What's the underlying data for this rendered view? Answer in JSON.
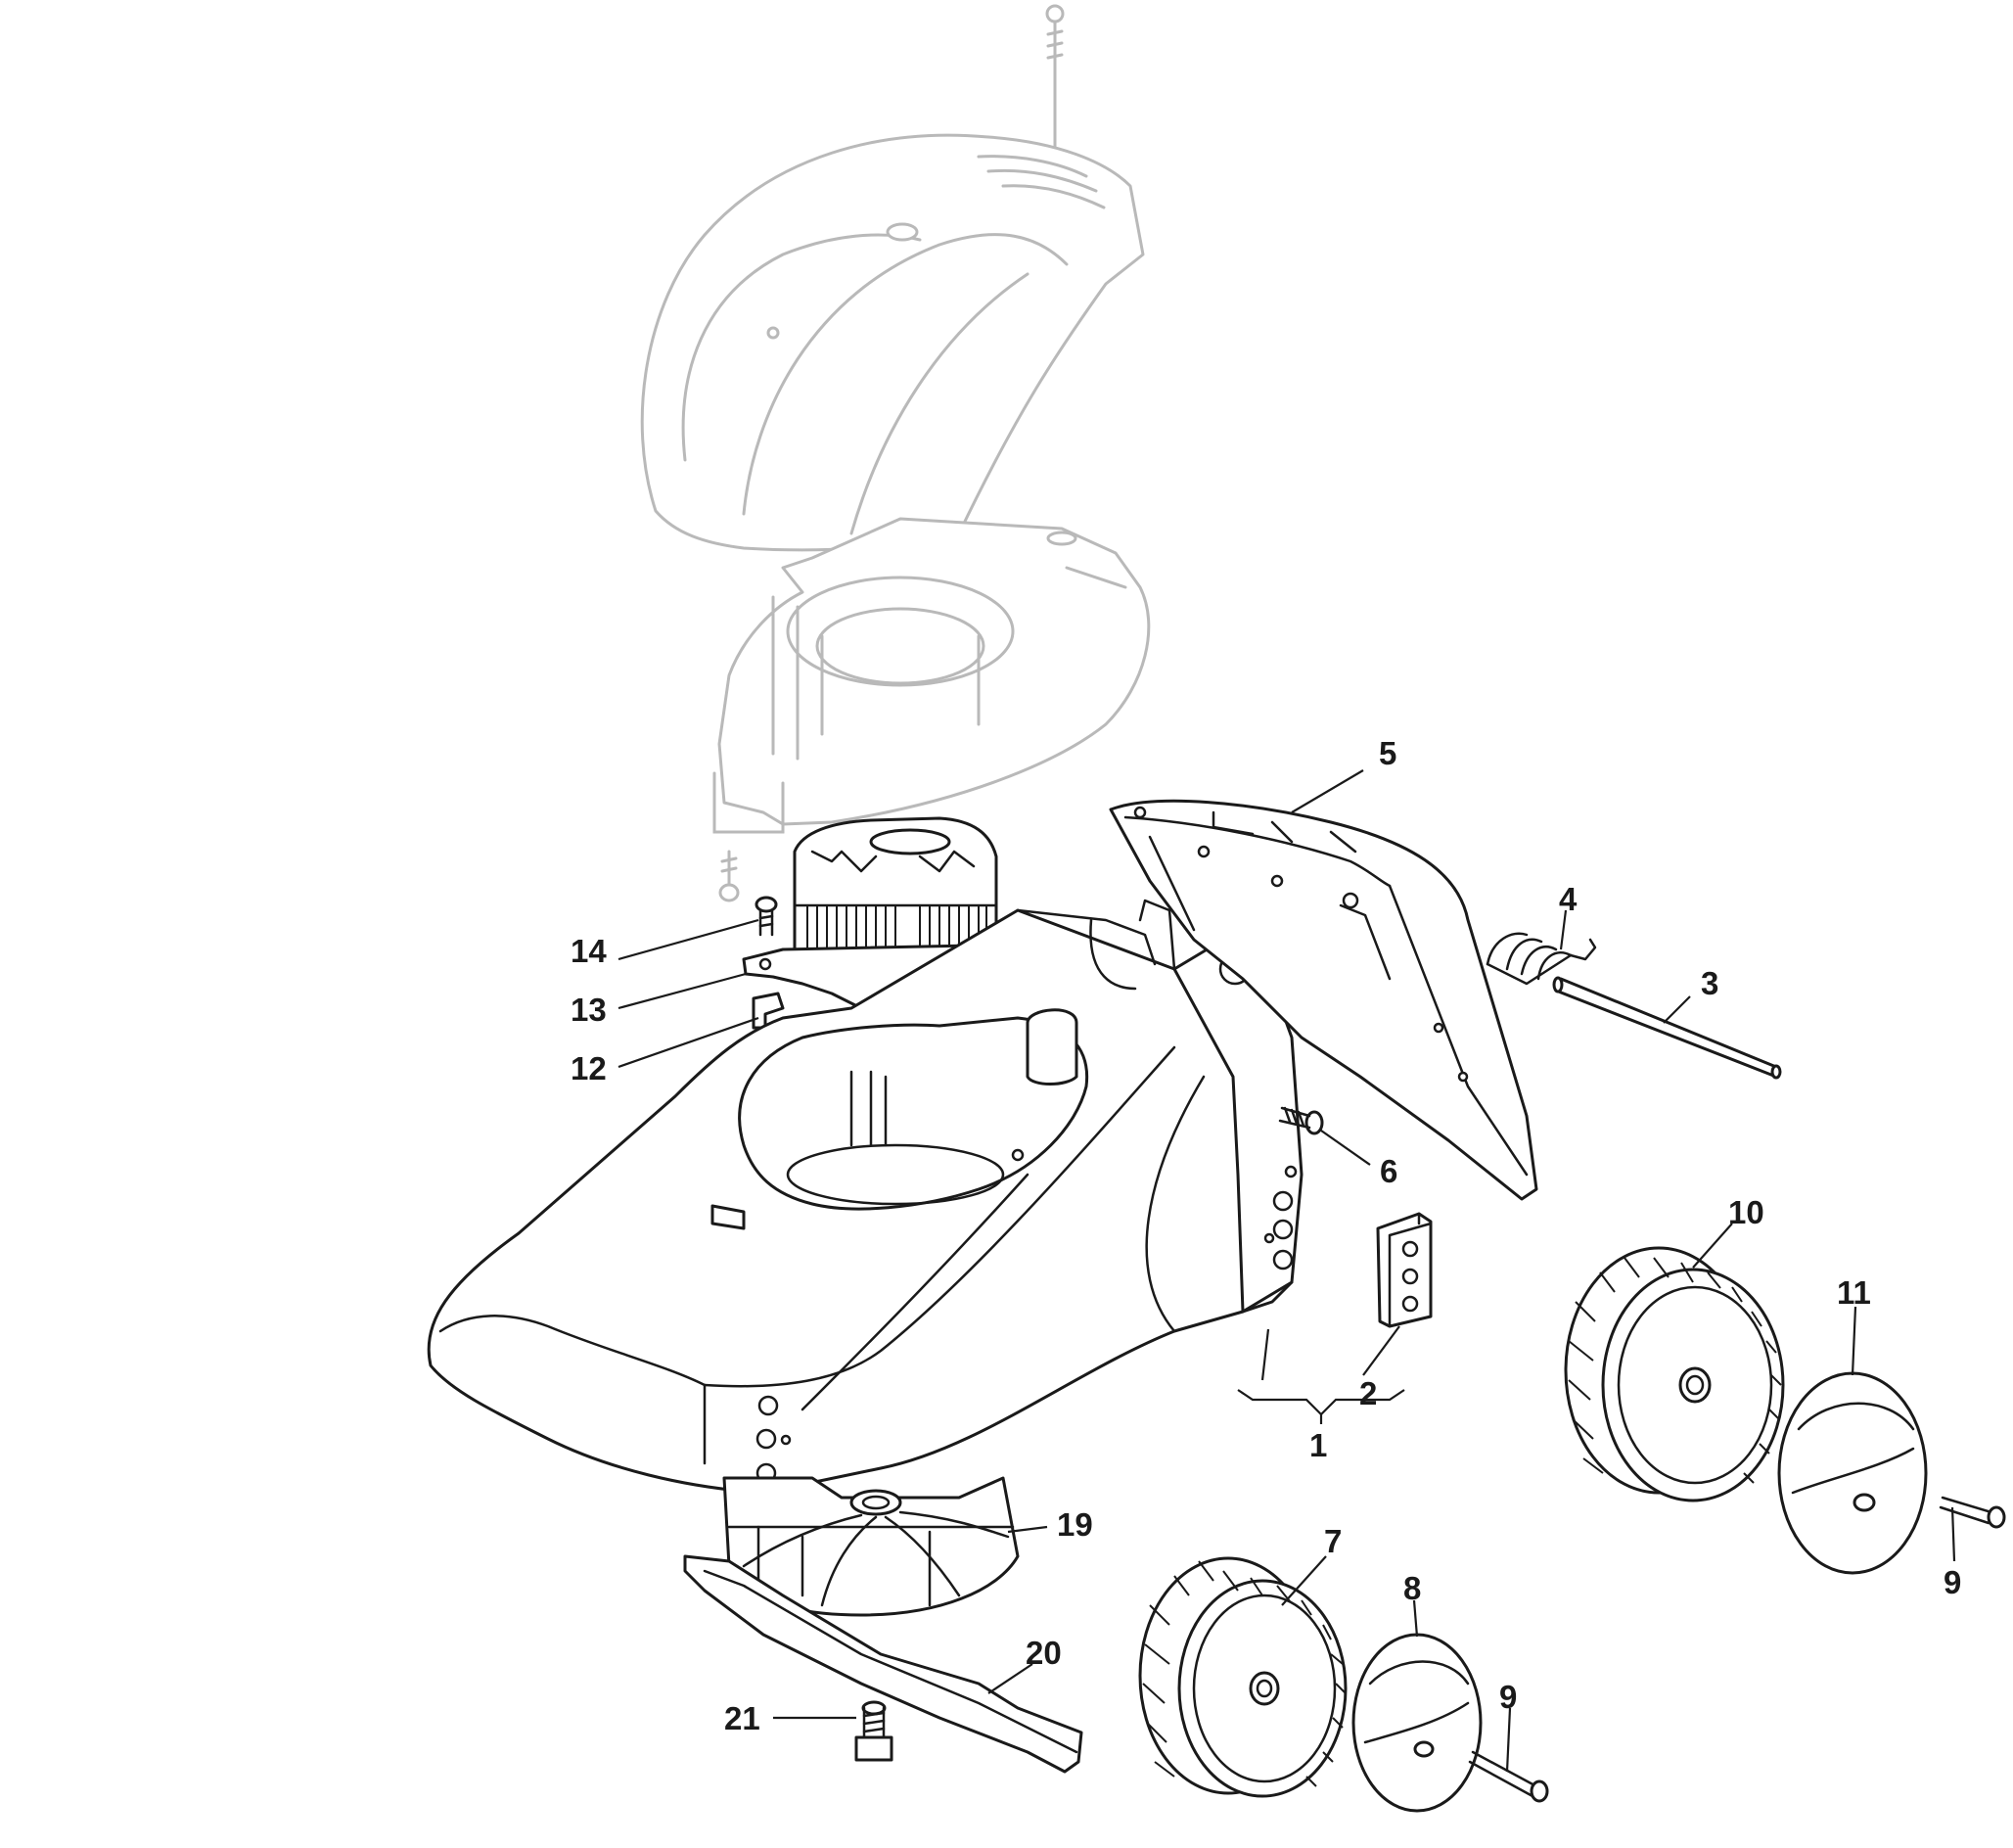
{
  "diagram": {
    "colors": {
      "line": "#1a1a1a",
      "ghost": "#b9b9b9",
      "background": "#ffffff"
    },
    "callouts": [
      {
        "id": "c1",
        "label": "1"
      },
      {
        "id": "c2",
        "label": "2"
      },
      {
        "id": "c3",
        "label": "3"
      },
      {
        "id": "c4",
        "label": "4"
      },
      {
        "id": "c5",
        "label": "5"
      },
      {
        "id": "c6",
        "label": "6"
      },
      {
        "id": "c7",
        "label": "7"
      },
      {
        "id": "c8",
        "label": "8"
      },
      {
        "id": "c9a",
        "label": "9"
      },
      {
        "id": "c9b",
        "label": "9"
      },
      {
        "id": "c10",
        "label": "10"
      },
      {
        "id": "c11",
        "label": "11"
      },
      {
        "id": "c12",
        "label": "12"
      },
      {
        "id": "c13",
        "label": "13"
      },
      {
        "id": "c14",
        "label": "14"
      },
      {
        "id": "c19",
        "label": "19"
      },
      {
        "id": "c20",
        "label": "20"
      },
      {
        "id": "c21",
        "label": "21"
      }
    ]
  }
}
